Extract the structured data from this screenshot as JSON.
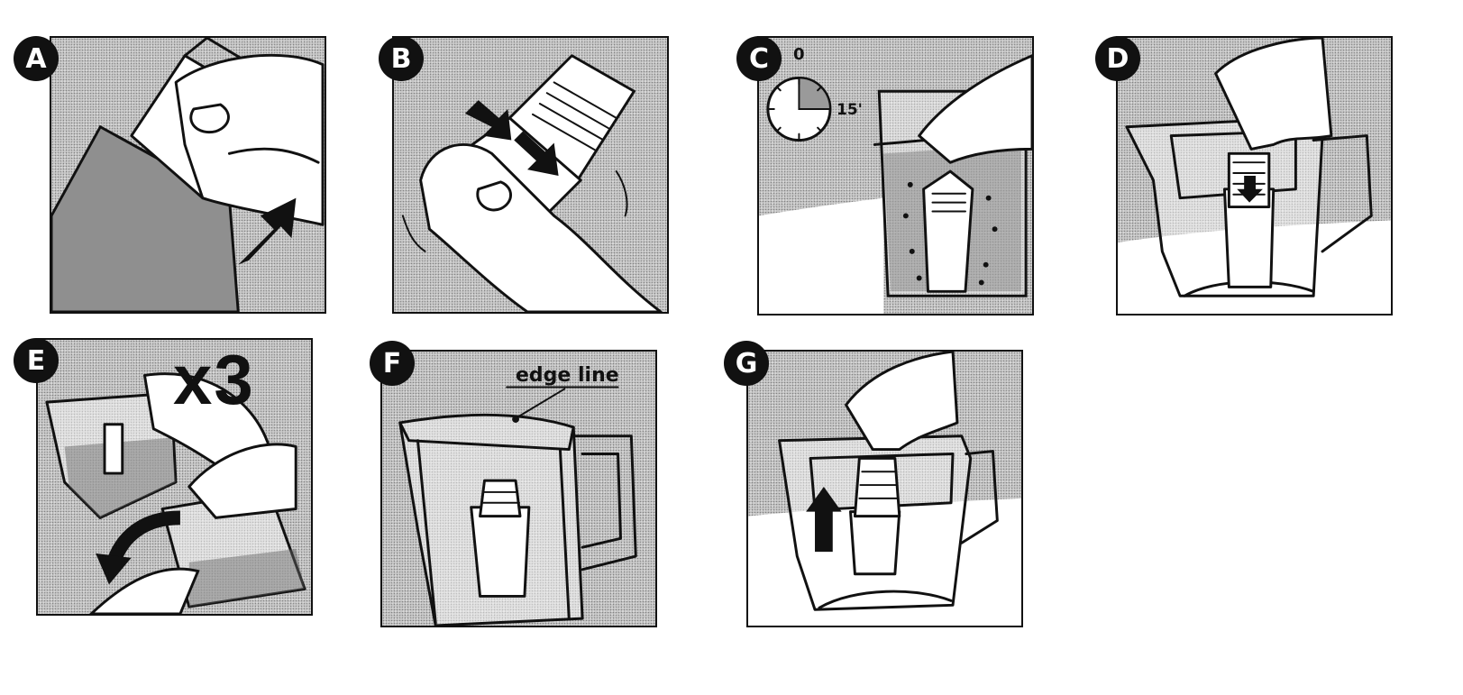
{
  "steps": [
    {
      "letter": "A"
    },
    {
      "letter": "B"
    },
    {
      "letter": "C",
      "timer_start": "0",
      "timer_end": "15'"
    },
    {
      "letter": "D"
    },
    {
      "letter": "E",
      "repeat": "x3"
    },
    {
      "letter": "F",
      "callout": "edge line"
    },
    {
      "letter": "G"
    }
  ],
  "colors": {
    "ink": "#111111",
    "stipple": "#c9c9c9",
    "badge_text": "#ffffff"
  },
  "icons": [
    "arrow-up-icon",
    "arrow-diagonal-icon",
    "arrow-down-icon",
    "timer-icon",
    "rotate-arrow-icon"
  ]
}
